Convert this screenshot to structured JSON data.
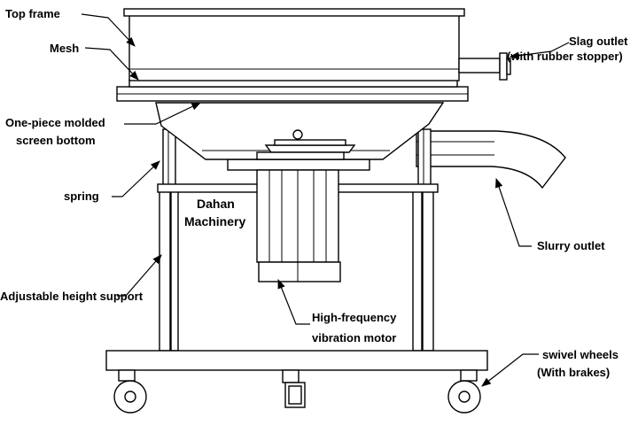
{
  "labels": {
    "top_frame": "Top frame",
    "mesh": "Mesh",
    "one_piece_line1": "One-piece molded",
    "one_piece_line2": "screen bottom",
    "spring": "spring",
    "adjustable_support": "Adjustable height support",
    "slag_outlet_line1": "Slag outlet",
    "slag_outlet_line2": "(with rubber stopper)",
    "slurry_outlet": "Slurry outlet",
    "motor_line1": "High-frequency",
    "motor_line2": "vibration motor",
    "wheels_line1": "swivel wheels",
    "wheels_line2": "(With brakes)",
    "brand_line1": "Dahan",
    "brand_line2": "Machinery"
  }
}
